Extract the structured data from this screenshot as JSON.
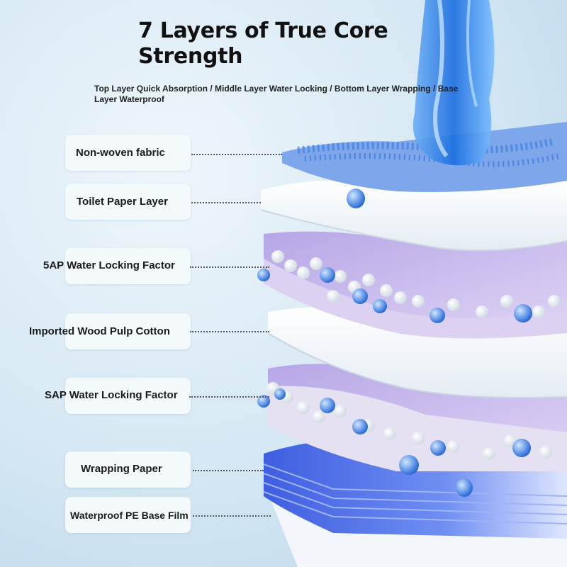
{
  "header": {
    "title": "7 Layers of True Core Strength",
    "subtitle": "Top Layer Quick Absorption / Middle Layer Water Locking / Bottom Layer Wrapping / Base Layer Waterproof"
  },
  "layers": [
    {
      "label": "Non-woven fabric"
    },
    {
      "label": "Toilet Paper Layer"
    },
    {
      "label": "5AP Water Locking Factor"
    },
    {
      "label": "Imported Wood Pulp Cotton"
    },
    {
      "label": "SAP Water Locking Factor"
    },
    {
      "label": "Wrapping Paper"
    },
    {
      "label": "Waterproof PE Base Film"
    }
  ],
  "colors": {
    "background": "#d4e7f3",
    "label_box": "#f4f9fc",
    "nonwoven": "#6f9be6",
    "water": "#2f7fe0",
    "sap_layer": "#c9b9e8",
    "wrapping": "#4f6fe2",
    "white_layer": "#ffffff"
  }
}
